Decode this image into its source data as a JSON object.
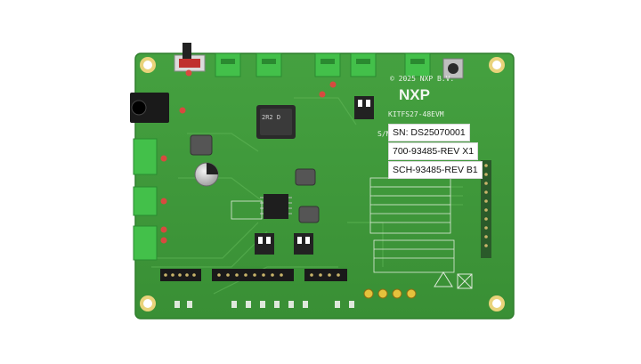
{
  "board": {
    "copyright": "© 2025 NXP B.V.",
    "logo_text": "NXP",
    "product_code": "KITFS27-48EVM",
    "sn_prefix": "S/N",
    "serial_label": "SN: DS25070001",
    "part_label_1": "700-93485-REV X1",
    "part_label_2": "SCH-93485-REV B1",
    "inductor_marking": "2R2 D"
  },
  "colors": {
    "pcb_green": "#3f9a3a",
    "pcb_edge": "#2f7e2c",
    "terminal_green": "#43c04a",
    "label_bg": "#ffffff"
  }
}
